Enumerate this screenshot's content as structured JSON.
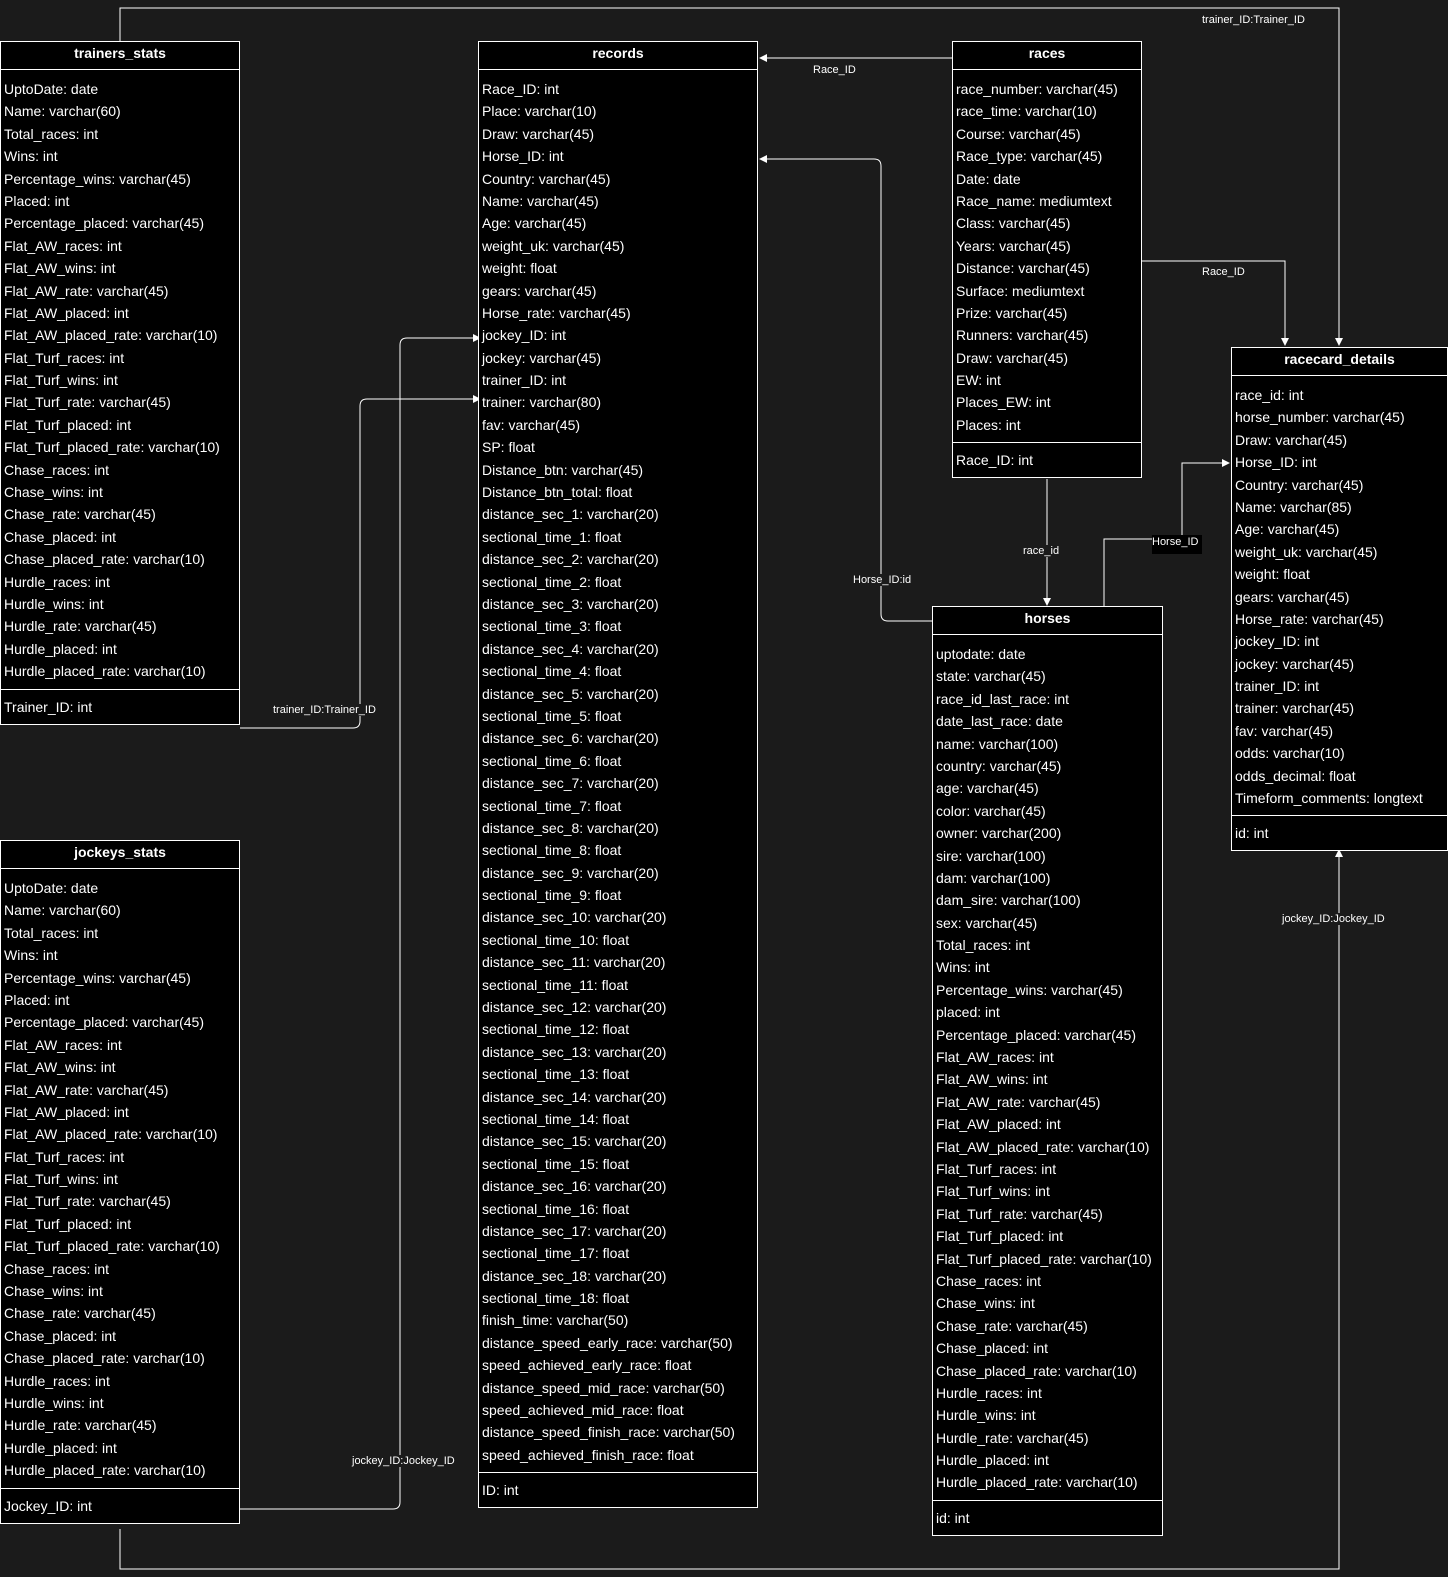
{
  "entities": {
    "trainers_stats": {
      "title": "trainers_stats",
      "fields": [
        "UptoDate: date",
        "Name: varchar(60)",
        "Total_races: int",
        "Wins: int",
        "Percentage_wins: varchar(45)",
        "Placed: int",
        "Percentage_placed: varchar(45)",
        "Flat_AW_races: int",
        "Flat_AW_wins: int",
        "Flat_AW_rate: varchar(45)",
        "Flat_AW_placed: int",
        "Flat_AW_placed_rate: varchar(10)",
        "Flat_Turf_races: int",
        "Flat_Turf_wins: int",
        "Flat_Turf_rate: varchar(45)",
        "Flat_Turf_placed: int",
        "Flat_Turf_placed_rate: varchar(10)",
        "Chase_races: int",
        "Chase_wins: int",
        "Chase_rate: varchar(45)",
        "Chase_placed: int",
        "Chase_placed_rate: varchar(10)",
        "Hurdle_races: int",
        "Hurdle_wins: int",
        "Hurdle_rate: varchar(45)",
        "Hurdle_placed: int",
        "Hurdle_placed_rate: varchar(10)"
      ],
      "key": "Trainer_ID: int"
    },
    "jockeys_stats": {
      "title": "jockeys_stats",
      "fields": [
        "UptoDate: date",
        "Name: varchar(60)",
        "Total_races: int",
        "Wins: int",
        "Percentage_wins: varchar(45)",
        "Placed: int",
        "Percentage_placed: varchar(45)",
        "Flat_AW_races: int",
        "Flat_AW_wins: int",
        "Flat_AW_rate: varchar(45)",
        "Flat_AW_placed: int",
        "Flat_AW_placed_rate: varchar(10)",
        "Flat_Turf_races: int",
        "Flat_Turf_wins: int",
        "Flat_Turf_rate: varchar(45)",
        "Flat_Turf_placed: int",
        "Flat_Turf_placed_rate: varchar(10)",
        "Chase_races: int",
        "Chase_wins: int",
        "Chase_rate: varchar(45)",
        "Chase_placed: int",
        "Chase_placed_rate: varchar(10)",
        "Hurdle_races: int",
        "Hurdle_wins: int",
        "Hurdle_rate: varchar(45)",
        "Hurdle_placed: int",
        "Hurdle_placed_rate: varchar(10)"
      ],
      "key": "Jockey_ID: int"
    },
    "records": {
      "title": "records",
      "fields": [
        "Race_ID: int",
        "Place: varchar(10)",
        "Draw: varchar(45)",
        "Horse_ID: int",
        "Country: varchar(45)",
        "Name: varchar(45)",
        "Age: varchar(45)",
        "weight_uk: varchar(45)",
        "weight: float",
        "gears: varchar(45)",
        "Horse_rate: varchar(45)",
        "jockey_ID: int",
        "jockey: varchar(45)",
        "trainer_ID: int",
        "trainer: varchar(80)",
        "fav: varchar(45)",
        "SP: float",
        "Distance_btn: varchar(45)",
        "Distance_btn_total: float",
        "distance_sec_1: varchar(20)",
        "sectional_time_1: float",
        "distance_sec_2: varchar(20)",
        "sectional_time_2: float",
        "distance_sec_3: varchar(20)",
        "sectional_time_3: float",
        "distance_sec_4: varchar(20)",
        "sectional_time_4: float",
        "distance_sec_5: varchar(20)",
        "sectional_time_5: float",
        "distance_sec_6: varchar(20)",
        "sectional_time_6: float",
        "distance_sec_7: varchar(20)",
        "sectional_time_7: float",
        "distance_sec_8: varchar(20)",
        "sectional_time_8: float",
        "distance_sec_9: varchar(20)",
        "sectional_time_9: float",
        "distance_sec_10: varchar(20)",
        "sectional_time_10: float",
        "distance_sec_11: varchar(20)",
        "sectional_time_11: float",
        "distance_sec_12: varchar(20)",
        "sectional_time_12: float",
        "distance_sec_13: varchar(20)",
        "sectional_time_13: float",
        "distance_sec_14: varchar(20)",
        "sectional_time_14: float",
        "distance_sec_15: varchar(20)",
        "sectional_time_15: float",
        "distance_sec_16: varchar(20)",
        "sectional_time_16: float",
        "distance_sec_17: varchar(20)",
        "sectional_time_17: float",
        "distance_sec_18: varchar(20)",
        "sectional_time_18: float",
        "finish_time: varchar(50)",
        "distance_speed_early_race: varchar(50)",
        "speed_achieved_early_race: float",
        "distance_speed_mid_race: varchar(50)",
        "speed_achieved_mid_race: float",
        "distance_speed_finish_race: varchar(50)",
        "speed_achieved_finish_race: float"
      ],
      "key": "ID: int"
    },
    "races": {
      "title": "races",
      "fields": [
        "race_number: varchar(45)",
        "race_time: varchar(10)",
        "Course: varchar(45)",
        "Race_type: varchar(45)",
        "Date: date",
        "Race_name: mediumtext",
        "Class: varchar(45)",
        "Years: varchar(45)",
        "Distance: varchar(45)",
        "Surface: mediumtext",
        "Prize: varchar(45)",
        "Runners: varchar(45)",
        "Draw: varchar(45)",
        "EW: int",
        "Places_EW: int",
        "Places: int"
      ],
      "key": "Race_ID: int"
    },
    "horses": {
      "title": "horses",
      "fields": [
        "uptodate: date",
        "state: varchar(45)",
        "race_id_last_race: int",
        "date_last_race: date",
        "name: varchar(100)",
        "country: varchar(45)",
        "age: varchar(45)",
        "color: varchar(45)",
        "owner: varchar(200)",
        "sire: varchar(100)",
        "dam: varchar(100)",
        "dam_sire: varchar(100)",
        "sex: varchar(45)",
        "Total_races: int",
        "Wins: int",
        "Percentage_wins: varchar(45)",
        "placed: int",
        "Percentage_placed: varchar(45)",
        "Flat_AW_races: int",
        "Flat_AW_wins: int",
        "Flat_AW_rate: varchar(45)",
        "Flat_AW_placed: int",
        "Flat_AW_placed_rate: varchar(10)",
        "Flat_Turf_races: int",
        "Flat_Turf_wins: int",
        "Flat_Turf_rate: varchar(45)",
        "Flat_Turf_placed: int",
        "Flat_Turf_placed_rate: varchar(10)",
        "Chase_races: int",
        "Chase_wins: int",
        "Chase_rate: varchar(45)",
        "Chase_placed: int",
        "Chase_placed_rate: varchar(10)",
        "Hurdle_races: int",
        "Hurdle_wins: int",
        "Hurdle_rate: varchar(45)",
        "Hurdle_placed: int",
        "Hurdle_placed_rate: varchar(10)"
      ],
      "key": "id: int"
    },
    "racecard_details": {
      "title": "racecard_details",
      "fields": [
        "race_id: int",
        "horse_number: varchar(45)",
        "Draw: varchar(45)",
        "Horse_ID: int",
        "Country: varchar(45)",
        "Name: varchar(85)",
        "Age: varchar(45)",
        "weight_uk: varchar(45)",
        "weight: float",
        "gears: varchar(45)",
        "Horse_rate: varchar(45)",
        "jockey_ID: int",
        "jockey: varchar(45)",
        "trainer_ID: int",
        "trainer: varchar(45)",
        "fav: varchar(45)",
        "odds: varchar(10)",
        "odds_decimal: float",
        "Timeform_comments: longtext"
      ],
      "key": "id: int"
    }
  },
  "relationships": [
    {
      "label": "trainer_ID:Trainer_ID"
    },
    {
      "label": "Race_ID"
    },
    {
      "label": "Race_ID"
    },
    {
      "label": "race_id"
    },
    {
      "label": "Horse_ID"
    },
    {
      "label": "Horse_ID:id"
    },
    {
      "label": "trainer_ID:Trainer_ID"
    },
    {
      "label": "jockey_ID:Jockey_ID"
    },
    {
      "label": "jockey_ID:Jockey_ID"
    }
  ],
  "colors": {
    "background": "#1b1b1b",
    "entity_fill": "#000000",
    "line": "#ffffff"
  }
}
